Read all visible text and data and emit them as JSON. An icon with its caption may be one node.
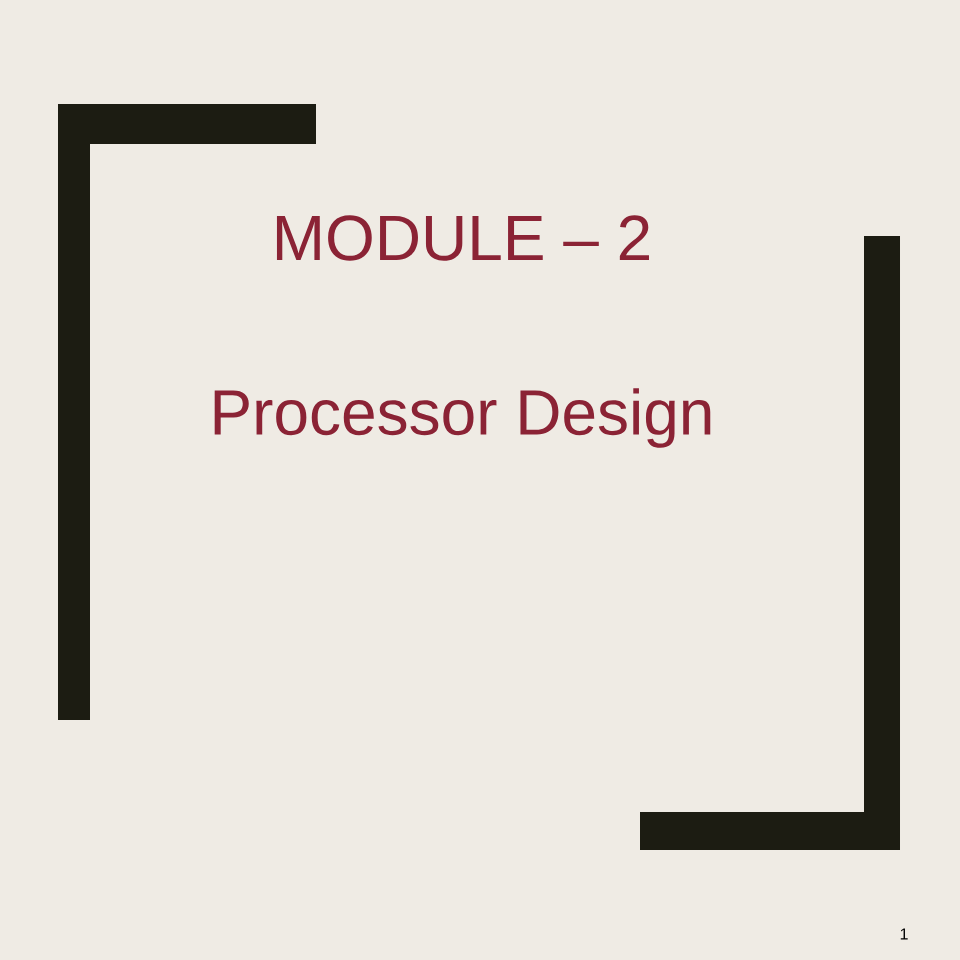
{
  "diagram": {
    "title": "MODULE – 2",
    "labels": [
      "Processor Design",
      "1"
    ]
  }
}
